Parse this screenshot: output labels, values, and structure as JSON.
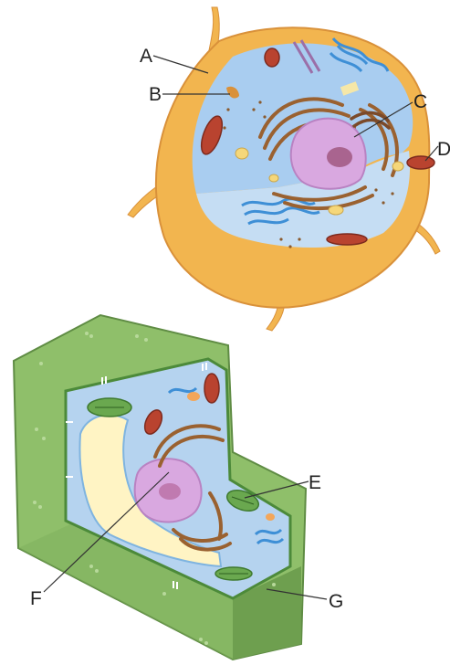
{
  "labels": {
    "a": "A",
    "b": "B",
    "c": "C",
    "d": "D",
    "e": "E",
    "f": "F",
    "g": "G"
  },
  "colors": {
    "animal_membrane": "#f2b54f",
    "animal_membrane_dark": "#d9913a",
    "cytoplasm": "#a9cdf0",
    "nucleus": "#d9a8e0",
    "nucleolus": "#a9648f",
    "rough_er": "#9a6130",
    "golgi": "#7b4a2a",
    "mitochondria": "#b9432f",
    "lysosome": "#f5d77a",
    "smooth_er": "#3e8fd6",
    "plant_wall": "#8fbf6a",
    "plant_wall_dark": "#6e9f4f",
    "vacuole": "#fff4c4",
    "chloroplast": "#6aa84f"
  }
}
